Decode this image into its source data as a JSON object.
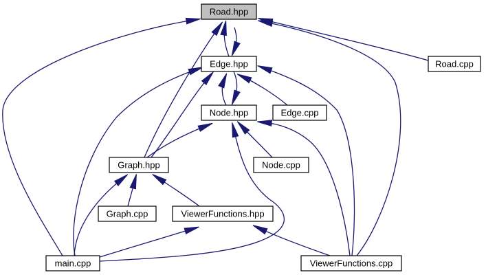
{
  "diagram": {
    "type": "include-dependency-graph",
    "colors": {
      "edge": "#191970",
      "node_border": "#000000",
      "focus_fill": "#bfbfbf",
      "node_fill": "#ffffff"
    },
    "nodes": [
      {
        "id": "road_hpp",
        "label": "Road.hpp",
        "focus": true
      },
      {
        "id": "edge_hpp",
        "label": "Edge.hpp"
      },
      {
        "id": "road_cpp",
        "label": "Road.cpp"
      },
      {
        "id": "node_hpp",
        "label": "Node.hpp"
      },
      {
        "id": "edge_cpp",
        "label": "Edge.cpp"
      },
      {
        "id": "graph_hpp",
        "label": "Graph.hpp"
      },
      {
        "id": "node_cpp",
        "label": "Node.cpp"
      },
      {
        "id": "graph_cpp",
        "label": "Graph.cpp"
      },
      {
        "id": "viewer_hpp",
        "label": "ViewerFunctions.hpp"
      },
      {
        "id": "main_cpp",
        "label": "main.cpp"
      },
      {
        "id": "viewer_cpp",
        "label": "ViewerFunctions.cpp"
      }
    ],
    "edges": [
      {
        "from": "edge_hpp",
        "to": "road_hpp"
      },
      {
        "from": "road_hpp",
        "to": "edge_hpp"
      },
      {
        "from": "road_cpp",
        "to": "road_hpp"
      },
      {
        "from": "graph_hpp",
        "to": "road_hpp"
      },
      {
        "from": "main_cpp",
        "to": "road_hpp"
      },
      {
        "from": "viewer_cpp",
        "to": "road_hpp"
      },
      {
        "from": "node_hpp",
        "to": "edge_hpp"
      },
      {
        "from": "edge_hpp",
        "to": "node_hpp"
      },
      {
        "from": "edge_cpp",
        "to": "edge_hpp"
      },
      {
        "from": "graph_hpp",
        "to": "edge_hpp"
      },
      {
        "from": "main_cpp",
        "to": "edge_hpp"
      },
      {
        "from": "viewer_cpp",
        "to": "edge_hpp"
      },
      {
        "from": "graph_hpp",
        "to": "node_hpp"
      },
      {
        "from": "node_cpp",
        "to": "node_hpp"
      },
      {
        "from": "viewer_cpp",
        "to": "node_hpp"
      },
      {
        "from": "main_cpp",
        "to": "node_hpp"
      },
      {
        "from": "graph_cpp",
        "to": "graph_hpp"
      },
      {
        "from": "viewer_hpp",
        "to": "graph_hpp"
      },
      {
        "from": "main_cpp",
        "to": "graph_hpp"
      },
      {
        "from": "main_cpp",
        "to": "viewer_hpp"
      },
      {
        "from": "viewer_cpp",
        "to": "viewer_hpp"
      }
    ]
  }
}
